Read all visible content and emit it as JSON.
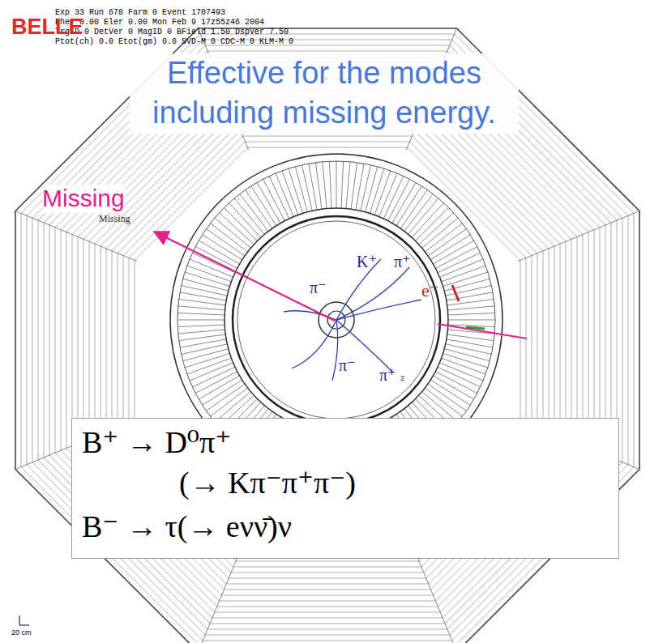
{
  "diagram": {
    "nodes": [
      {
        "text": [
          "B⁺ → D⁰π⁺",
          "(→ Kπ⁻π⁺π⁻)",
          "B⁻ → τ(→ eνν̄)ν"
        ]
      }
    ],
    "labels": [
      "Exp 33 Run 678 Farm 0 Event 1707493",
      "Eher 0.00 Eler 0.00 Mon Feb 9 17z55z46 2004",
      "TrgID 0 DetVer 0 MagID 0 BField 1.50 DspVer 7.50",
      "Ptot(ch) 0.0 Etot(gm) 0.0 SVD-M 0 CDC-M 0 KLM-M 0",
      "BELLE",
      "Effective for the modes including missing energy.",
      "Missing",
      "Missing",
      "K⁺",
      "π⁺",
      "π⁻",
      "π⁻",
      "π⁺",
      "2",
      "e⁻",
      "20 cm"
    ]
  }
}
